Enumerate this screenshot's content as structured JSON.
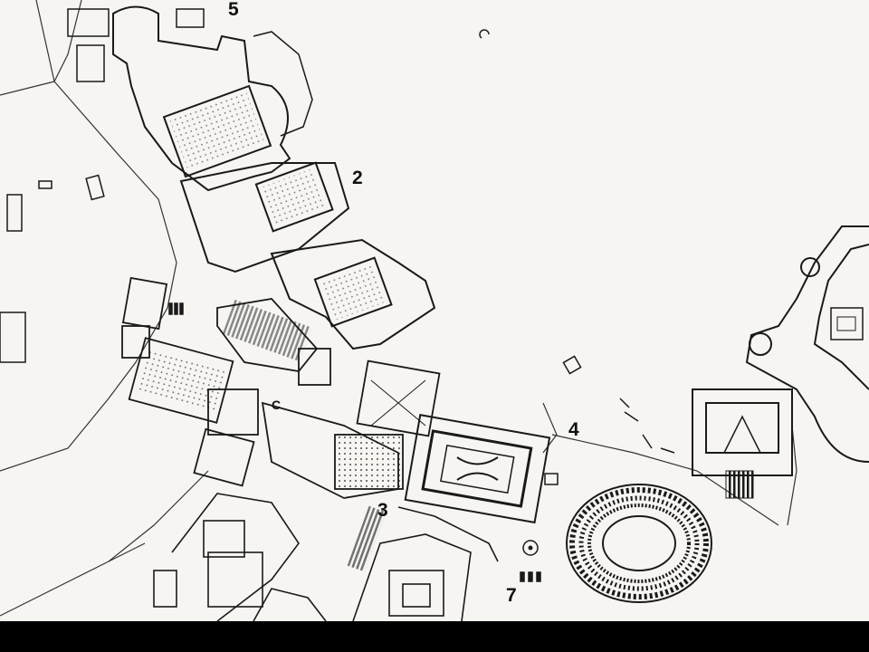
{
  "map": {
    "labels": [
      {
        "id": "5",
        "text": "5"
      },
      {
        "id": "2",
        "text": "2"
      },
      {
        "id": "c",
        "text": "C"
      },
      {
        "id": "4",
        "text": "4"
      },
      {
        "id": "3",
        "text": "3"
      },
      {
        "id": "7",
        "text": "7"
      }
    ],
    "colors": {
      "paper": "#f6f5f1",
      "ink": "#1a1a1a",
      "frame": "#000000"
    }
  }
}
